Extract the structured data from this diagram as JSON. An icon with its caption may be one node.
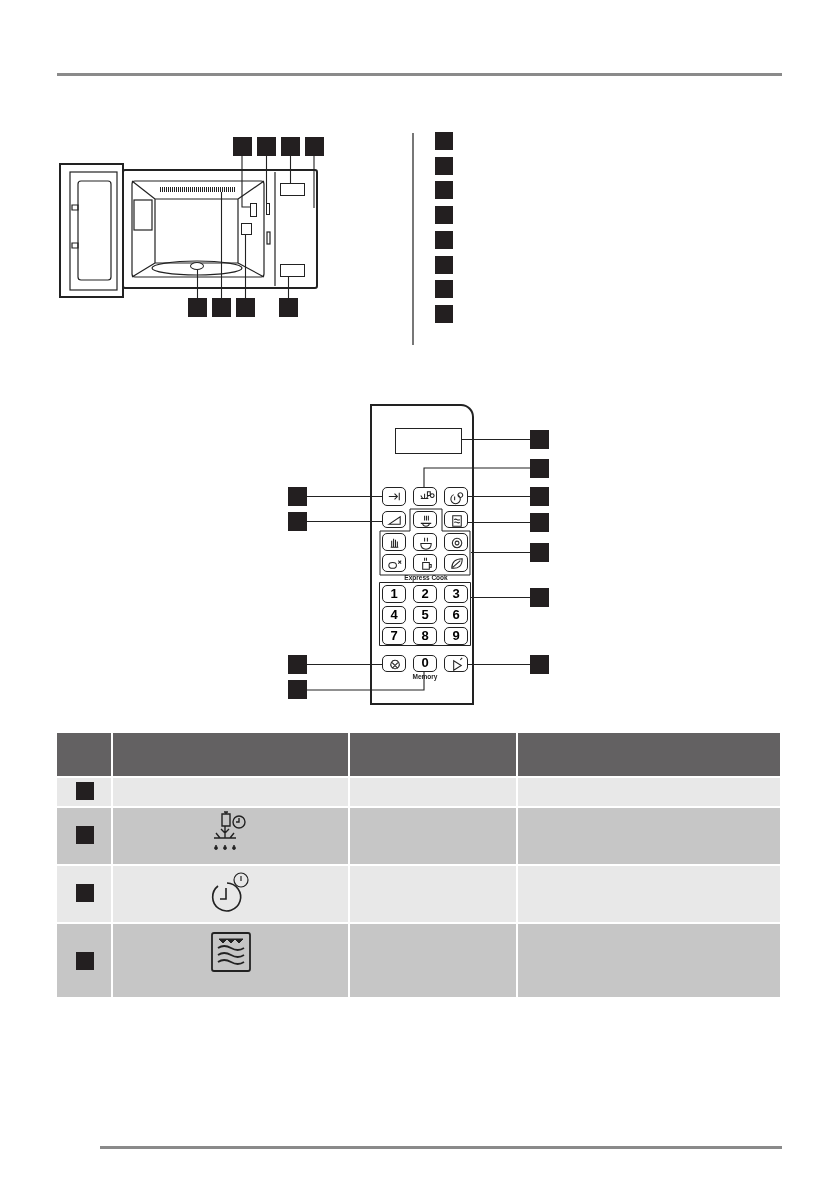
{
  "diagram": {
    "nodes": [
      {
        "text": [],
        "shape": "square"
      },
      {
        "text": [],
        "shape": "square"
      },
      {
        "text": [],
        "shape": "square"
      },
      {
        "text": [],
        "shape": "square"
      },
      {
        "text": [],
        "shape": "square"
      },
      {
        "text": [],
        "shape": "square"
      },
      {
        "text": [],
        "shape": "square"
      },
      {
        "text": [],
        "shape": "square"
      },
      {
        "text": [],
        "shape": "square"
      },
      {
        "text": [],
        "shape": "square"
      },
      {
        "text": [],
        "shape": "square"
      },
      {
        "text": [],
        "shape": "square"
      },
      {
        "text": [],
        "shape": "square"
      },
      {
        "text": [],
        "shape": "square"
      },
      {
        "text": [],
        "shape": "square"
      },
      {
        "text": [],
        "shape": "square"
      },
      {
        "text": [],
        "shape": "box"
      },
      {
        "text": [],
        "shape": "box"
      },
      {
        "text": [],
        "shape": "box"
      },
      {
        "text": [],
        "shape": "circle"
      },
      {
        "text": [],
        "shape": "bar"
      },
      {
        "text": [],
        "shape": "box"
      },
      {
        "text": [],
        "shape": "box"
      },
      {
        "text": [],
        "shape": "box"
      },
      {
        "text": [],
        "shape": "button"
      },
      {
        "text": [],
        "shape": "button"
      },
      {
        "text": [],
        "shape": "button"
      },
      {
        "text": [],
        "shape": "button"
      },
      {
        "text": [],
        "shape": "bracket"
      },
      {
        "text": [],
        "shape": "button",
        "in": 28
      },
      {
        "text": [],
        "shape": "button"
      },
      {
        "text": [],
        "shape": "button",
        "in": 28
      },
      {
        "text": [],
        "shape": "button",
        "in": 28
      },
      {
        "text": [],
        "shape": "button",
        "in": 28
      },
      {
        "text": [],
        "shape": "button",
        "in": 28
      },
      {
        "text": [],
        "shape": "button",
        "in": 28
      },
      {
        "text": [],
        "shape": "button",
        "in": 28
      },
      {
        "text": [],
        "shape": "bracket"
      },
      {
        "text": [
          "1"
        ],
        "in": 37
      },
      {
        "text": [
          "2"
        ],
        "in": 37
      },
      {
        "text": [
          "3"
        ],
        "in": 37
      },
      {
        "text": [
          "4"
        ],
        "in": 37
      },
      {
        "text": [
          "5"
        ],
        "in": 37
      },
      {
        "text": [
          "6"
        ],
        "in": 37
      },
      {
        "text": [
          "7"
        ],
        "in": 37
      },
      {
        "text": [
          "8"
        ],
        "in": 37
      },
      {
        "text": [
          "9"
        ],
        "in": 37
      },
      {
        "text": [],
        "shape": "button"
      },
      {
        "text": [
          "0"
        ]
      },
      {
        "text": [],
        "shape": "button"
      },
      {
        "text": [],
        "shape": "square"
      },
      {
        "text": [],
        "shape": "square"
      },
      {
        "text": [],
        "shape": "square"
      },
      {
        "text": [],
        "shape": "square"
      },
      {
        "text": [],
        "shape": "square"
      },
      {
        "text": [],
        "shape": "square"
      },
      {
        "text": [],
        "shape": "square"
      },
      {
        "text": [],
        "shape": "square"
      },
      {
        "text": [],
        "shape": "square"
      },
      {
        "text": [],
        "shape": "square"
      },
      {
        "text": [],
        "shape": "square"
      },
      {
        "text": [],
        "shape": "square"
      },
      {
        "text": [],
        "shape": "square"
      },
      {
        "text": [],
        "shape": "square"
      },
      {
        "text": [],
        "shape": "square"
      }
    ],
    "edges": [
      {
        "from": 0,
        "to": 16,
        "arrow": "none"
      },
      {
        "from": 1,
        "to": 17,
        "arrow": "none"
      },
      {
        "from": 2,
        "to": 18,
        "arrow": "none"
      },
      {
        "from": 3,
        "to": null,
        "arrow": "none"
      },
      {
        "from": 4,
        "to": 19,
        "arrow": "none"
      },
      {
        "from": 5,
        "to": 20,
        "arrow": "none"
      },
      {
        "from": 6,
        "to": 21,
        "arrow": "none"
      },
      {
        "from": 7,
        "to": 22,
        "arrow": "none"
      },
      {
        "from": 50,
        "to": 23,
        "arrow": "none"
      },
      {
        "from": 51,
        "to": 25,
        "arrow": "none"
      },
      {
        "from": 52,
        "to": 24,
        "arrow": "none"
      },
      {
        "from": 53,
        "to": 26,
        "arrow": "none"
      },
      {
        "from": 54,
        "to": 27,
        "arrow": "none"
      },
      {
        "from": 55,
        "to": 30,
        "arrow": "none"
      },
      {
        "from": 56,
        "to": 28,
        "arrow": "none"
      },
      {
        "from": 57,
        "to": 37,
        "arrow": "none"
      },
      {
        "from": 58,
        "to": 47,
        "arrow": "none"
      },
      {
        "from": 59,
        "to": 49,
        "arrow": "none"
      },
      {
        "from": 60,
        "to": 48,
        "arrow": "none"
      }
    ],
    "labels": [
      "Express Cook",
      "Memory"
    ]
  }
}
